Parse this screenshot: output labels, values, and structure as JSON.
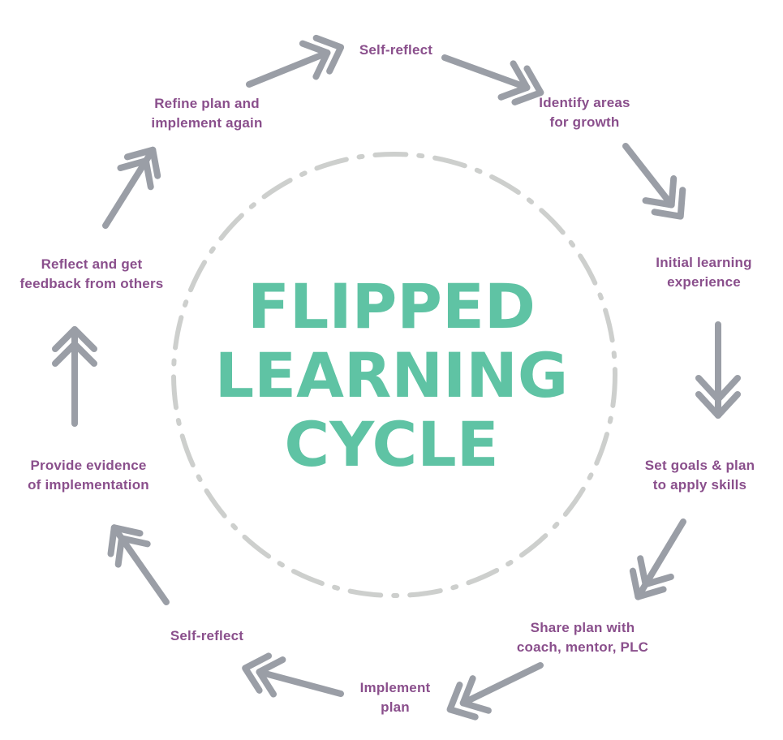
{
  "title": {
    "line1": "FLIPPED",
    "line2": "LEARNING",
    "line3": "CYCLE"
  },
  "steps": [
    {
      "line1": "Self-reflect",
      "line2": ""
    },
    {
      "line1": "Identify areas",
      "line2": "for growth"
    },
    {
      "line1": "Initial learning",
      "line2": "experience"
    },
    {
      "line1": "Set goals & plan",
      "line2": "to apply skills"
    },
    {
      "line1": "Share plan with",
      "line2": "coach, mentor, PLC"
    },
    {
      "line1": "Implement",
      "line2": "plan"
    },
    {
      "line1": "Self-reflect",
      "line2": ""
    },
    {
      "line1": "Provide evidence",
      "line2": "of implementation"
    },
    {
      "line1": "Reflect and get",
      "line2": "feedback from others"
    },
    {
      "line1": "Refine plan and",
      "line2": "implement again"
    }
  ],
  "colors": {
    "step_text": "#8a4f8c",
    "title_text": "#5fc3a4",
    "arrow": "#9a9ea6",
    "ring": "#cdcfcd"
  },
  "icons": {
    "arrow": "double-chevron-arrow-icon",
    "ring": "dash-dot-circle"
  }
}
